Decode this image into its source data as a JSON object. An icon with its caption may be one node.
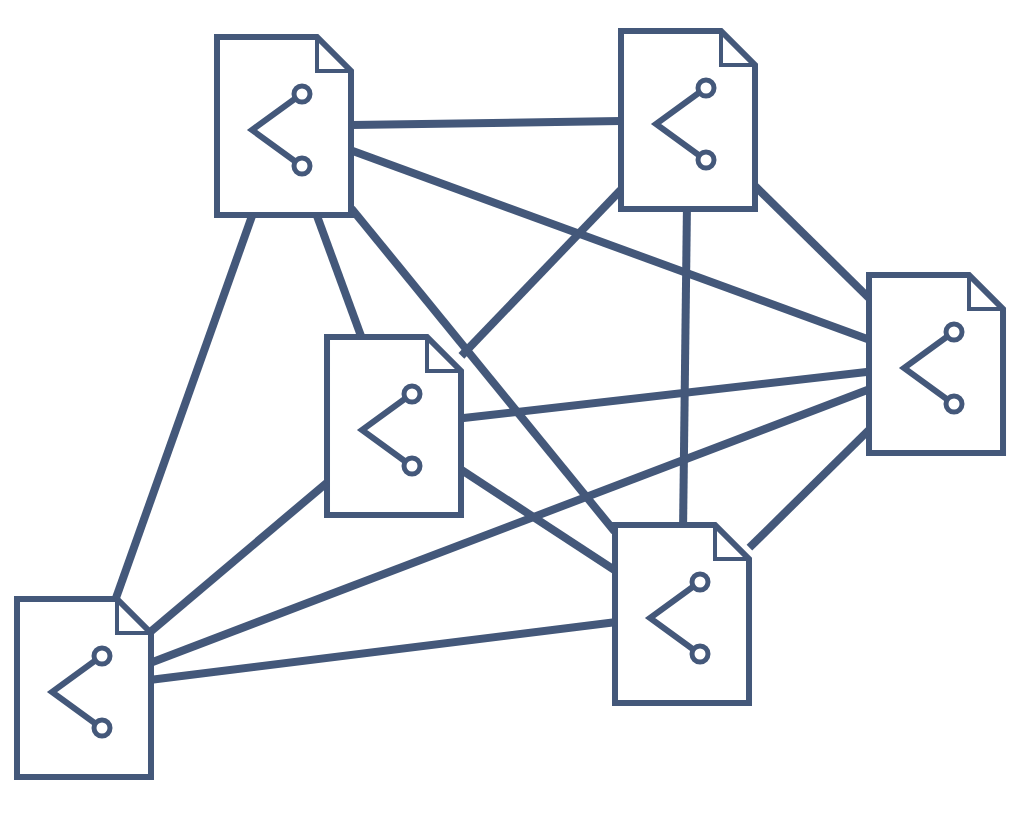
{
  "diagram": {
    "nodes": [
      {
        "text": [],
        "shape": "document"
      },
      {
        "text": [],
        "shape": "document"
      },
      {
        "text": [],
        "shape": "document"
      },
      {
        "text": [],
        "shape": "document"
      },
      {
        "text": [],
        "shape": "document"
      },
      {
        "text": [],
        "shape": "document"
      }
    ],
    "edges": [
      {
        "from": 0,
        "to": 1,
        "arrow": "none"
      },
      {
        "from": 0,
        "to": 2,
        "arrow": "none"
      },
      {
        "from": 0,
        "to": 3,
        "arrow": "none"
      },
      {
        "from": 0,
        "to": 4,
        "arrow": "none"
      },
      {
        "from": 0,
        "to": 5,
        "arrow": "none"
      },
      {
        "from": 1,
        "to": 3,
        "arrow": "none"
      },
      {
        "from": 1,
        "to": 4,
        "arrow": "none"
      },
      {
        "from": 1,
        "to": 2,
        "arrow": "none"
      },
      {
        "from": 2,
        "to": 3,
        "arrow": "none"
      },
      {
        "from": 2,
        "to": 4,
        "arrow": "none"
      },
      {
        "from": 2,
        "to": 5,
        "arrow": "none"
      },
      {
        "from": 3,
        "to": 4,
        "arrow": "none"
      },
      {
        "from": 3,
        "to": 5,
        "arrow": "none"
      },
      {
        "from": 4,
        "to": 5,
        "arrow": "none"
      }
    ]
  }
}
